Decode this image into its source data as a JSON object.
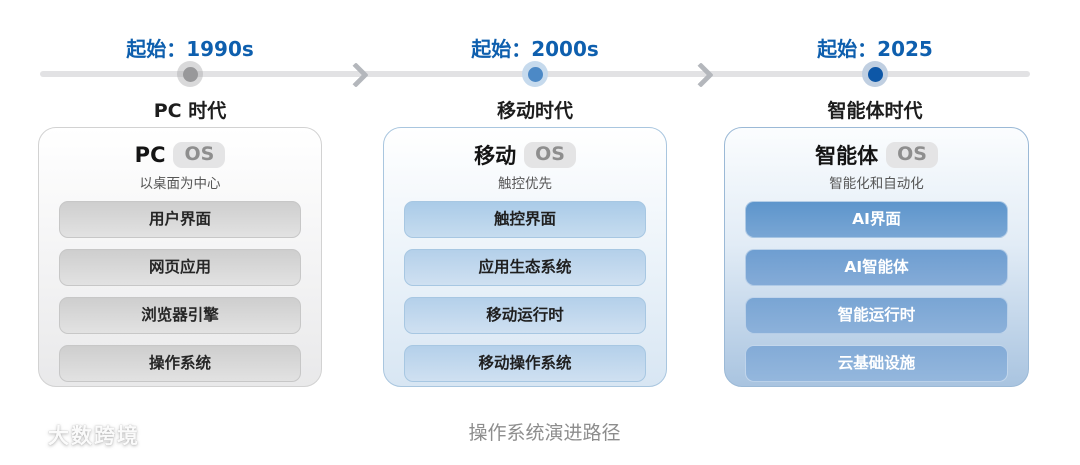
{
  "timeline": {
    "eras": [
      {
        "start_label": "起始：1990s",
        "era_name": "PC 时代"
      },
      {
        "start_label": "起始：2000s",
        "era_name": "移动时代"
      },
      {
        "start_label": "起始：2025",
        "era_name": "智能体时代"
      }
    ]
  },
  "cards": [
    {
      "title": "PC",
      "badge": "OS",
      "subtitle": "以桌面为中心",
      "layers": [
        "用户界面",
        "网页应用",
        "浏览器引擎",
        "操作系统"
      ]
    },
    {
      "title": "移动",
      "badge": "OS",
      "subtitle": "触控优先",
      "layers": [
        "触控界面",
        "应用生态系统",
        "移动运行时",
        "移动操作系统"
      ]
    },
    {
      "title": "智能体",
      "badge": "OS",
      "subtitle": "智能化和自动化",
      "layers": [
        "AI界面",
        "AI智能体",
        "智能运行时",
        "云基础设施"
      ]
    }
  ],
  "caption": "操作系统演进路径",
  "watermark": {
    "text": "大数跨境"
  },
  "colors": {
    "start_label_blue": "#0e5fae",
    "timeline_line_gray": "#e2e2e4",
    "arrow_gray": "#b4b7bc",
    "pc_dot_gray": "#98989a",
    "mobile_dot_blue": "#4c89c6",
    "agent_dot_blue": "#0d57a7",
    "pc_pill_gray": "#d6d6d6",
    "mobile_pill_blue": "#bfd8ee",
    "agent_pill_blue": "#6f9fd2",
    "caption_gray": "#8d8d8d"
  }
}
